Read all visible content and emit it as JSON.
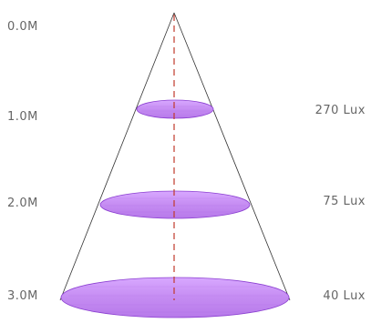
{
  "colors": {
    "cone_line": "#333333",
    "axis_line": "#c0392b",
    "disc_fill": "#c58cf2",
    "disc_edge": "#8b3fd1",
    "text": "#666666"
  },
  "distances": [
    "0.0M",
    "1.0M",
    "2.0M",
    "3.0M"
  ],
  "levels": [
    {
      "distance": "1.0M",
      "lux": "270 Lux"
    },
    {
      "distance": "2.0M",
      "lux": "75 Lux"
    },
    {
      "distance": "3.0M",
      "lux": "40 Lux"
    }
  ]
}
